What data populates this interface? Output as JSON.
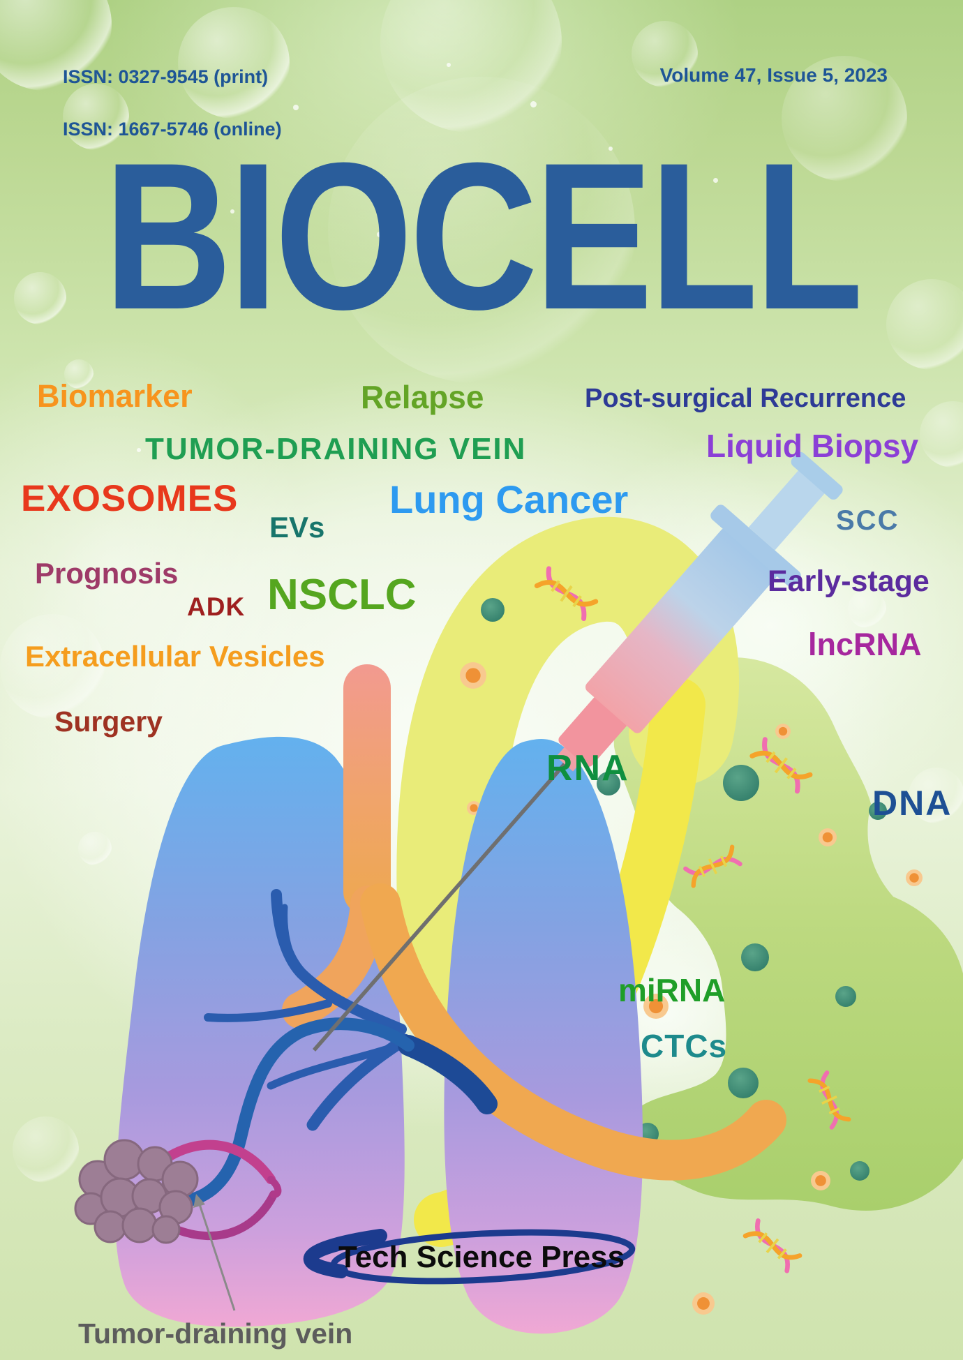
{
  "cover": {
    "issn_print": "ISSN: 0327-9545 (print)",
    "issn_online": "ISSN: 1667-5746 (online)",
    "volume_issue": "Volume 47, Issue 5, 2023",
    "title": "BIOCELL",
    "title_color": "#2a5d9b",
    "header_color": "#1e5596",
    "background_green": "#b5d28c"
  },
  "cloud": {
    "items": [
      {
        "id": "biomarker",
        "label": "Biomarker",
        "color": "#f7941d"
      },
      {
        "id": "relapse",
        "label": "Relapse",
        "color": "#63a426"
      },
      {
        "id": "post-surgical-recurrence",
        "label": "Post-surgical Recurrence",
        "color": "#2d3a96"
      },
      {
        "id": "tumor-draining-vein",
        "label": "TUMOR-DRAINING VEIN",
        "color": "#1f9e52"
      },
      {
        "id": "liquid-biopsy",
        "label": "Liquid Biopsy",
        "color": "#8b3fd6"
      },
      {
        "id": "exosomes",
        "label": "EXOSOMES",
        "color": "#e8381c"
      },
      {
        "id": "evs",
        "label": "EVs",
        "color": "#17756b"
      },
      {
        "id": "lung-cancer",
        "label": "Lung Cancer",
        "color": "#2d9af0"
      },
      {
        "id": "scc",
        "label": "SCC",
        "color": "#4a7aa8"
      },
      {
        "id": "prognosis",
        "label": "Prognosis",
        "color": "#9e3a68"
      },
      {
        "id": "adk",
        "label": "ADK",
        "color": "#9e1f1f"
      },
      {
        "id": "nsclc",
        "label": "NSCLC",
        "color": "#55a61f"
      },
      {
        "id": "early-stage",
        "label": "Early-stage",
        "color": "#5b2b9e"
      },
      {
        "id": "extracellular-vesicles",
        "label": "Extracellular Vesicles",
        "color": "#f59d1e"
      },
      {
        "id": "lncrna",
        "label": "lncRNA",
        "color": "#a6279e"
      },
      {
        "id": "surgery",
        "label": "Surgery",
        "color": "#9e3222"
      },
      {
        "id": "rna",
        "label": "RNA",
        "color": "#0f8f3f"
      },
      {
        "id": "dna",
        "label": "DNA",
        "color": "#1d4f94"
      },
      {
        "id": "mirna",
        "label": "miRNA",
        "color": "#1f9e28"
      },
      {
        "id": "ctcs",
        "label": "CTCs",
        "color": "#1d8a8c"
      }
    ]
  },
  "illustration": {
    "caption": "Tumor-draining vein",
    "caption_color": "#5c5c5c",
    "icons": [
      "lungs-icon",
      "trachea-icon",
      "bronchus-icon",
      "tumor-cluster-icon",
      "tumor-draining-vein-icon",
      "syringe-icon",
      "needle-icon",
      "dna-helix-icon",
      "ctc-cell-icon",
      "vesicle-icon",
      "bubble-icon"
    ]
  },
  "publisher": {
    "name": "Tech Science Press",
    "swoosh_color": "#1c3b8e"
  }
}
